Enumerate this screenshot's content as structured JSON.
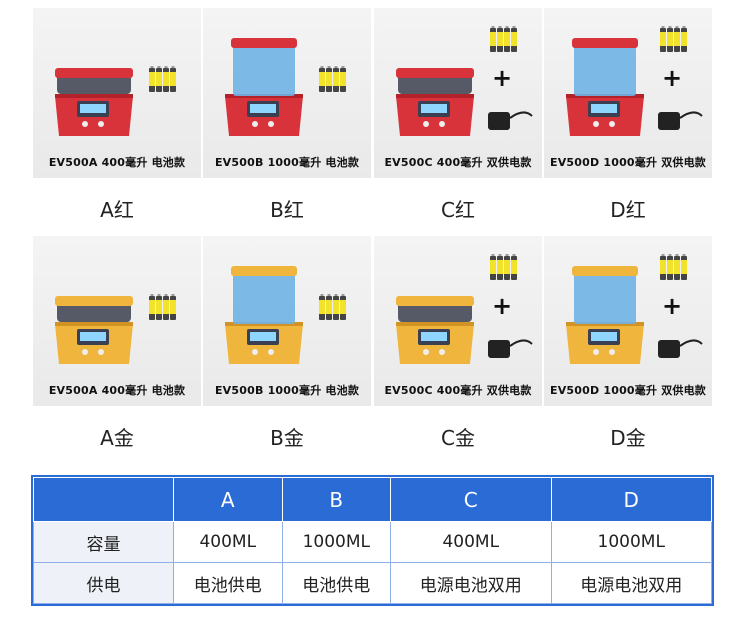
{
  "products": [
    {
      "caption_model": "EV500",
      "caption_letter": "A",
      "caption_desc": "400毫升 电池款",
      "label": "A红",
      "color": "red",
      "tank": "small",
      "adapter": false
    },
    {
      "caption_model": "EV500",
      "caption_letter": "B",
      "caption_desc": "1000毫升 电池款",
      "label": "B红",
      "color": "red",
      "tank": "tall",
      "adapter": false
    },
    {
      "caption_model": "EV500",
      "caption_letter": "C",
      "caption_desc": "400毫升 双供电款",
      "label": "C红",
      "color": "red",
      "tank": "small",
      "adapter": true
    },
    {
      "caption_model": "EV500",
      "caption_letter": "D",
      "caption_desc": "1000毫升 双供电款",
      "label": "D红",
      "color": "red",
      "tank": "tall",
      "adapter": true
    },
    {
      "caption_model": "EV500",
      "caption_letter": "A",
      "caption_desc": "400毫升 电池款",
      "label": "A金",
      "color": "gold",
      "tank": "small",
      "adapter": false
    },
    {
      "caption_model": "EV500",
      "caption_letter": "B",
      "caption_desc": "1000毫升 电池款",
      "label": "B金",
      "color": "gold",
      "tank": "tall",
      "adapter": false
    },
    {
      "caption_model": "EV500",
      "caption_letter": "C",
      "caption_desc": "400毫升 双供电款",
      "label": "C金",
      "color": "gold",
      "tank": "small",
      "adapter": true
    },
    {
      "caption_model": "EV500",
      "caption_letter": "D",
      "caption_desc": "1000毫升 双供电款",
      "label": "D金",
      "color": "gold",
      "tank": "tall",
      "adapter": true
    }
  ],
  "colors": {
    "red": "#d8323a",
    "red_dark": "#b3222a",
    "gold": "#efb53c",
    "gold_dark": "#d19424",
    "tank": "#6fb3e6",
    "header": "#2b6bd6"
  },
  "plus_sign": "+",
  "spec_table": {
    "headers": [
      "",
      "A",
      "B",
      "C",
      "D"
    ],
    "rows": [
      {
        "label": "容量",
        "values": [
          "400ML",
          "1000ML",
          "400ML",
          "1000ML"
        ]
      },
      {
        "label": "供电",
        "values": [
          "电池供电",
          "电池供电",
          "电源电池双用",
          "电源电池双用"
        ]
      }
    ]
  }
}
